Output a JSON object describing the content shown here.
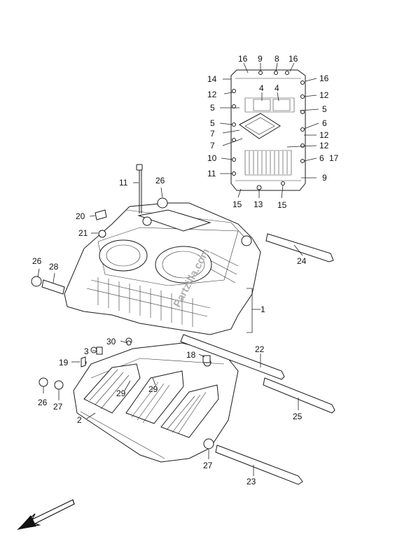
{
  "watermark": "Partzilla.com",
  "labels": {
    "oil_pan_top_16a": "16",
    "oil_pan_top_9": "9",
    "oil_pan_top_8": "8",
    "oil_pan_top_16b": "16",
    "oil_pan_14": "14",
    "oil_pan_16r": "16",
    "oil_pan_4a": "4",
    "oil_pan_4b": "4",
    "oil_pan_12a": "12",
    "oil_pan_12b": "12",
    "oil_pan_5a": "5",
    "oil_pan_5b": "5",
    "oil_pan_5c": "5",
    "oil_pan_6a": "6",
    "oil_pan_7a": "7",
    "oil_pan_12c": "12",
    "oil_pan_7b": "7",
    "oil_pan_12d": "12",
    "oil_pan_10": "10",
    "oil_pan_6b": "6",
    "oil_pan_17": "17",
    "oil_pan_11": "11",
    "oil_pan_9b": "9",
    "oil_pan_15a": "15",
    "oil_pan_13": "13",
    "oil_pan_15b": "15",
    "case_11": "11",
    "case_26a": "26",
    "case_20": "20",
    "case_21": "21",
    "case_24": "24",
    "case_26b": "26",
    "case_28": "28",
    "case_1": "1",
    "case_30": "30",
    "case_22": "22",
    "case_3": "3",
    "case_19": "19",
    "case_18": "18",
    "case_29a": "29",
    "case_29b": "29",
    "case_26c": "26",
    "case_27a": "27",
    "case_2": "2",
    "case_25": "25",
    "case_27b": "27",
    "case_23": "23"
  },
  "direction_arrow": "front-arrow-icon"
}
